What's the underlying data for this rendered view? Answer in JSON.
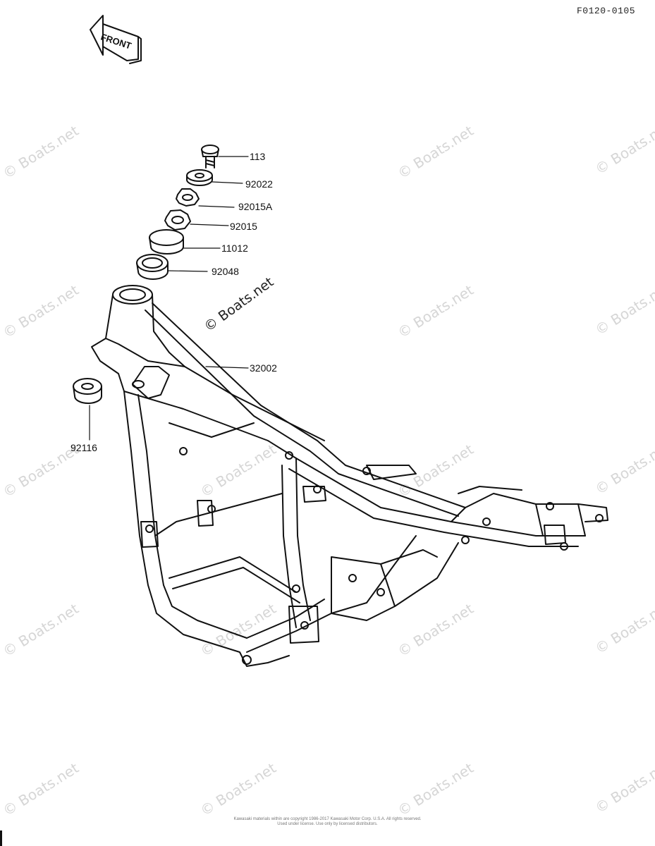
{
  "header": {
    "doc_code": "F0120-0105",
    "front_label": "FRONT"
  },
  "parts": [
    {
      "number": "113",
      "name": "bolt"
    },
    {
      "number": "92022",
      "name": "washer"
    },
    {
      "number": "92015A",
      "name": "nut-a"
    },
    {
      "number": "92015",
      "name": "nut"
    },
    {
      "number": "11012",
      "name": "cap"
    },
    {
      "number": "92048",
      "name": "ring"
    },
    {
      "number": "32002",
      "name": "frame"
    },
    {
      "number": "92116",
      "name": "bushing"
    }
  ],
  "watermark": {
    "text": "© Boats.net"
  },
  "footer": {
    "copyright_line1": "Kawasaki materials within are copyright 1986-2017 Kawasaki Motor Corp. U.S.A. All rights reserved.",
    "copyright_line2": "Used under license. Use only by licensed distributors."
  },
  "colors": {
    "line": "#111111",
    "watermark": "#d6d6d6",
    "background": "#ffffff"
  }
}
